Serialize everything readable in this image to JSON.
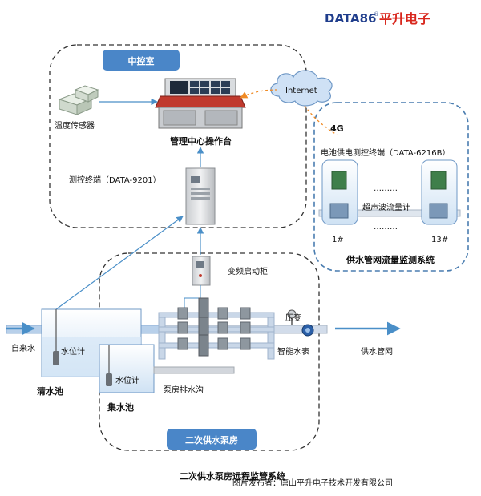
{
  "brand": {
    "logo_text": "DATA86",
    "company_short": "平升电子"
  },
  "zones": {
    "control_room": "中控室",
    "pump_room": "二次供水泵房",
    "network": "供水管网流量监测系统"
  },
  "labels": {
    "internet": "Internet",
    "link_4g": "4G",
    "battery_terminal": "电池供电测控终端（DATA-6216B）",
    "ultrasonic_meter": "超声波流量计",
    "station_first": "1#",
    "station_last": "13#",
    "dots": "………",
    "temp_sensor": "温度传感器",
    "console": "管理中心操作台",
    "terminal": "测控终端（DATA-9201）",
    "vfd_cabinet": "变频启动柜",
    "pressure": "压变",
    "smart_meter": "智能水表",
    "supply_pipe": "供水管网",
    "tap_water": "自来水",
    "level_clear": "水位计",
    "level_collect": "水位计",
    "clear_pool": "清水池",
    "collect_pool": "集水池",
    "drain": "泵房排水沟"
  },
  "footer": {
    "caption": "二次供水泵房远程监管系统",
    "credit": "图片发布者：唐山平升电子技术开发有限公司"
  },
  "colors": {
    "brand_blue": "#1f3d8c",
    "brand_red": "#d8261c",
    "tag_blue": "#4a86c8",
    "pipe_blue": "#b8d0ea",
    "water_blue": "#d6e7f6",
    "arrow_blue": "#4a8fc8",
    "link_orange": "#f08a24",
    "zone_dash_dark": "#333333",
    "zone_dash_blue": "#4a7db0"
  },
  "icons": [
    "temperature-sensor-icon",
    "operator-console-icon",
    "terminal-cabinet-icon",
    "vfd-cabinet-icon",
    "cloud-icon",
    "flow-station-icon",
    "pump-icon",
    "water-meter-icon",
    "level-probe-icon"
  ]
}
